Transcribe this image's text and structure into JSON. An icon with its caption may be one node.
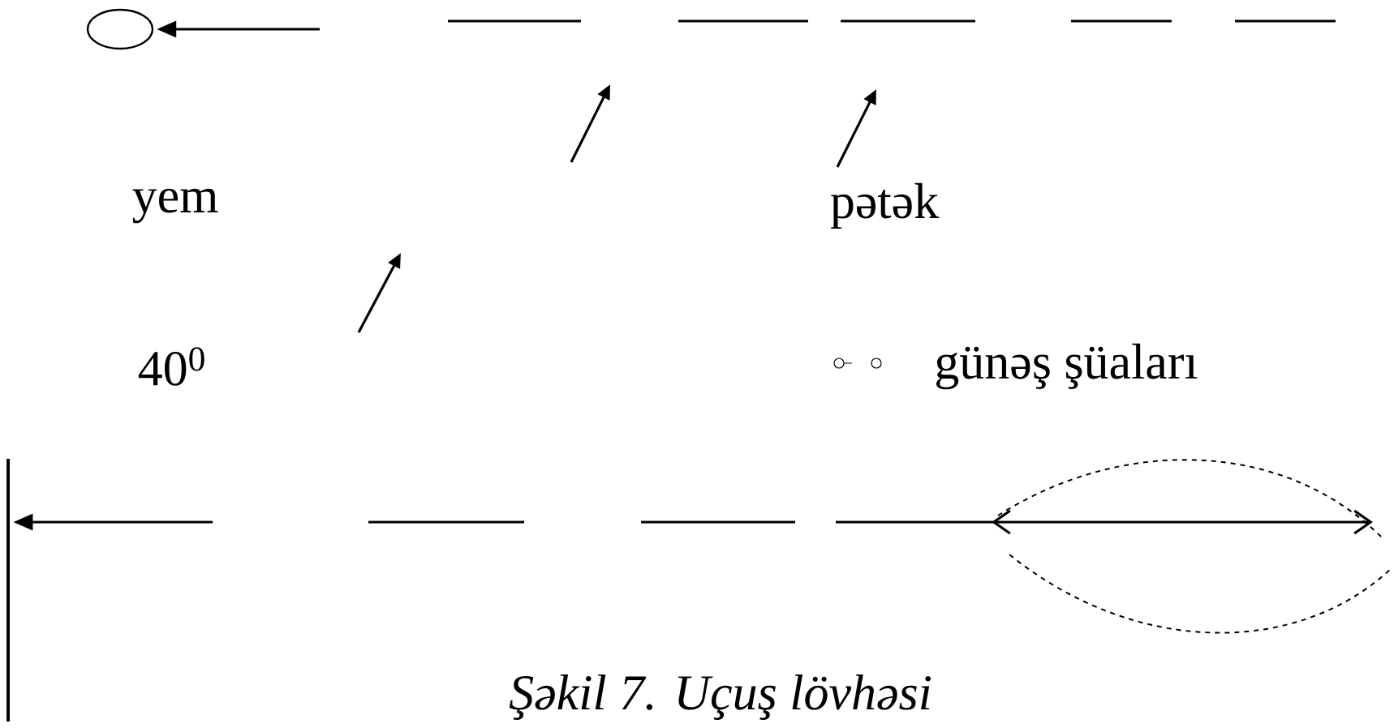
{
  "diagram": {
    "caption": "Şəkil 7. Uçuş lövhəsi",
    "nodes": [
      {
        "text": [],
        "shape": "ellipse"
      },
      {
        "text": [],
        "shape": "bar"
      }
    ],
    "edges": [
      {
        "from": null,
        "to": 0,
        "arrow": "to"
      },
      {
        "from": null,
        "to": 1,
        "arrow": "to"
      }
    ],
    "labels": [
      "yem",
      "pətək",
      "40$^{0}$",
      "günəş şüaları"
    ]
  }
}
